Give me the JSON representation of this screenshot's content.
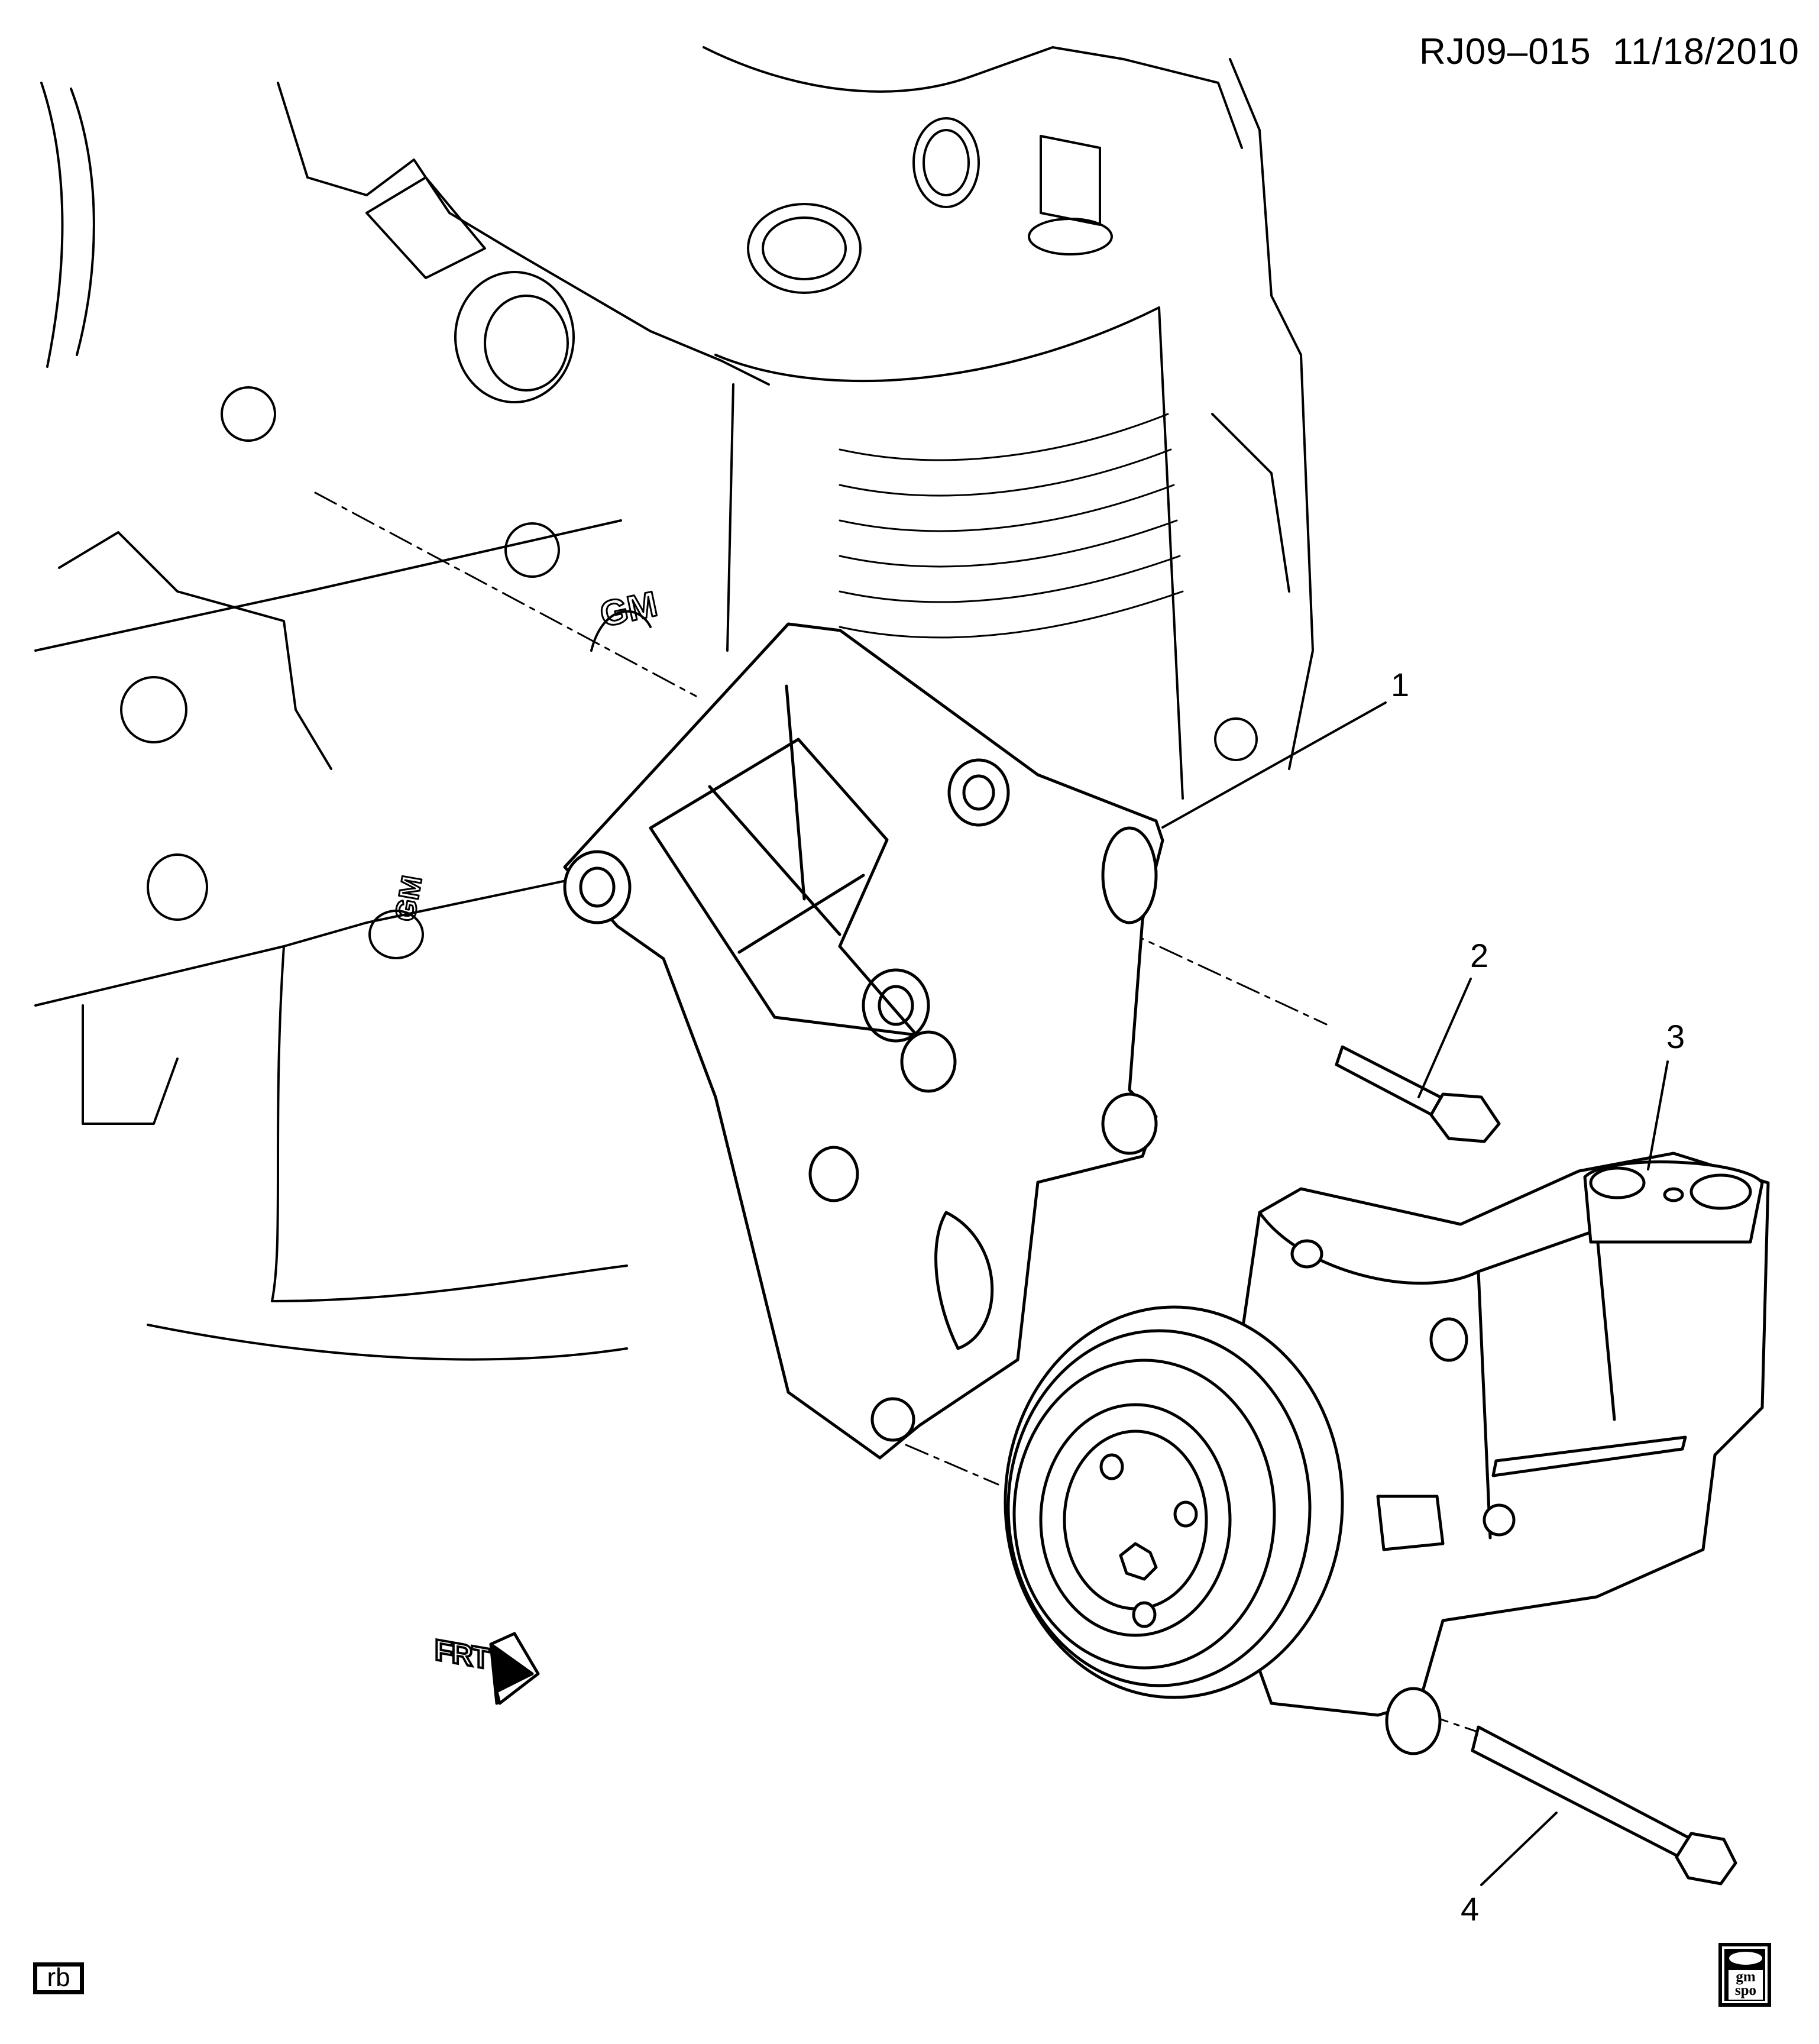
{
  "header": {
    "diagram_id": "RJ09–015",
    "date": "11/18/2010"
  },
  "callouts": [
    {
      "number": "1",
      "part": "bracket"
    },
    {
      "number": "2",
      "part": "bracket-bolt"
    },
    {
      "number": "3",
      "part": "ac-compressor"
    },
    {
      "number": "4",
      "part": "compressor-bolt"
    }
  ],
  "direction_indicator": {
    "label": "FRT",
    "icon": "arrow-right-icon"
  },
  "illustrator_initials": "rb",
  "logo": {
    "line1": "gm",
    "line2": "spo"
  }
}
